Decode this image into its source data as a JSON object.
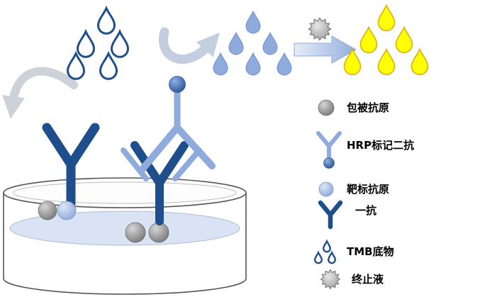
{
  "legend": {
    "items": [
      {
        "label": "包被抗原",
        "icon": "gray-sphere"
      },
      {
        "label": "HRP标记二抗",
        "icon": "hrp-secondary-antibody"
      },
      {
        "label": "靶标抗原",
        "icon": "blue-sphere"
      },
      {
        "label": "一抗",
        "icon": "primary-antibody"
      },
      {
        "label": "TMB底物",
        "icon": "tmb-droplets"
      },
      {
        "label": "终止液",
        "icon": "stop-solution-star"
      }
    ]
  },
  "colors": {
    "dark_blue": "#1F4E8C",
    "light_blue": "#8FAADC",
    "steel_blue": "#6E8FC9",
    "yellow": "#FFFF00",
    "yellow_stroke": "#DDAF0E",
    "gray": "#8C8C8C",
    "arrow_gray": "#C9CFDA",
    "swoosh_blue": "#C3CEE0",
    "liquid_blue": "#DAE3F3",
    "plate_outline": "#555555"
  }
}
